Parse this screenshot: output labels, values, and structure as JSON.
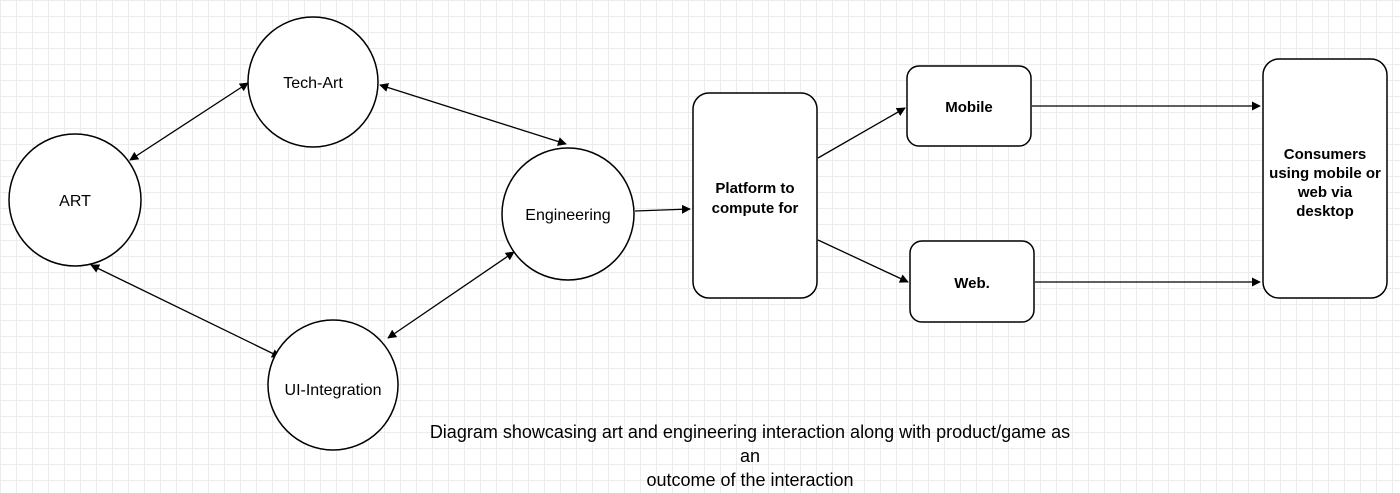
{
  "nodes": {
    "art": {
      "label": "ART"
    },
    "tech_art": {
      "label": "Tech-Art"
    },
    "ui_integration": {
      "label": "UI-Integration"
    },
    "engineering": {
      "label": "Engineering"
    },
    "platform": {
      "lines": [
        "Platform to",
        "compute for"
      ]
    },
    "mobile": {
      "label": "Mobile"
    },
    "web": {
      "label": "Web."
    },
    "consumers": {
      "lines": [
        "Consumers",
        "using mobile or",
        "web via",
        "desktop"
      ]
    }
  },
  "caption": {
    "line1": "Diagram showcasing art and engineering interaction along with product/game as an",
    "line2": "outcome of the interaction"
  },
  "colors": {
    "stroke": "#000000",
    "grid": "#ececec",
    "background": "#ffffff"
  }
}
